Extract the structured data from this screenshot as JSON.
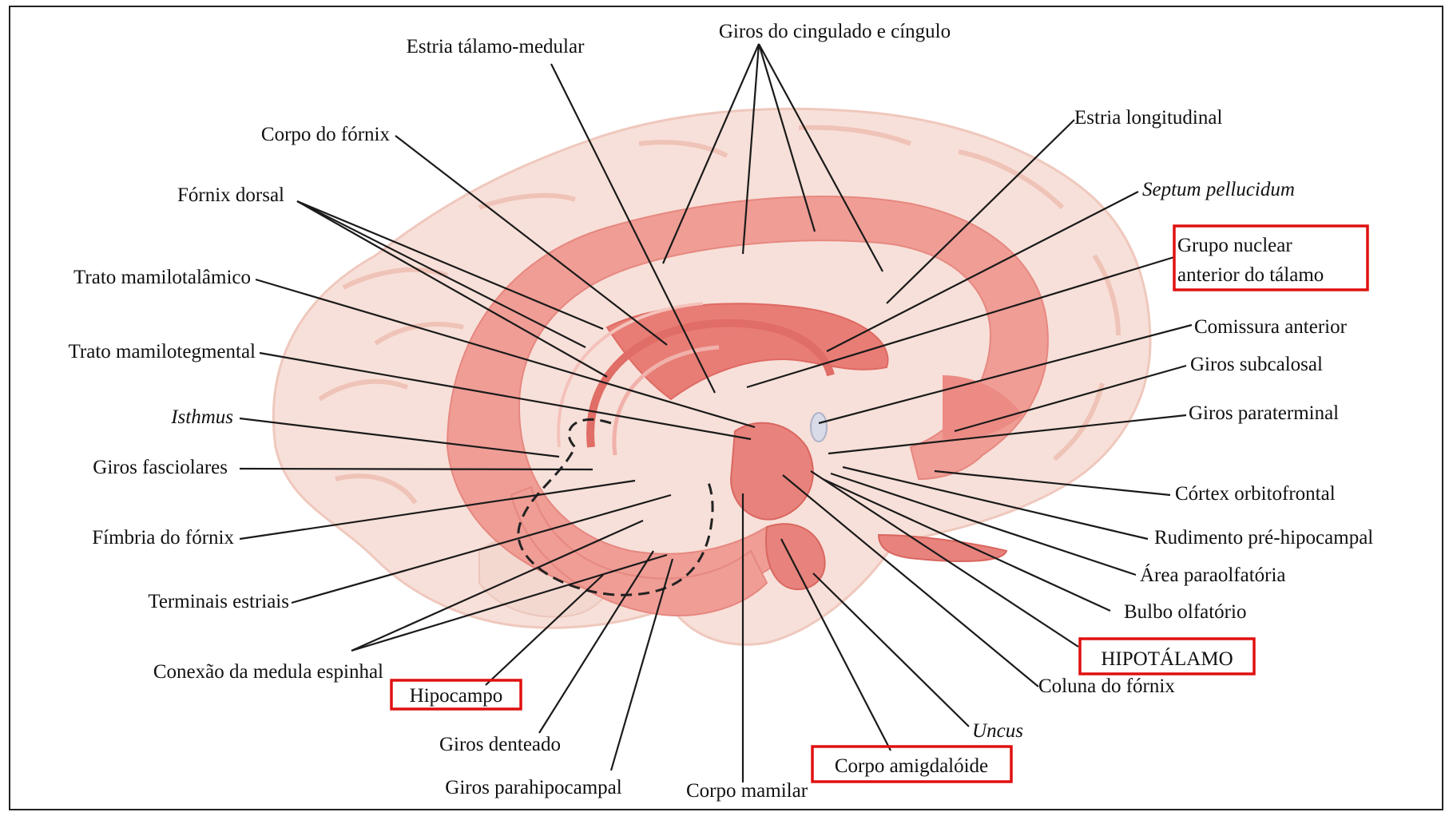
{
  "labels": {
    "giros_cingulado": "Giros do cingulado e cíngulo",
    "estria_talamo_medular": "Estria tálamo-medular",
    "corpo_fornix": "Corpo do fórnix",
    "fornix_dorsal": "Fórnix dorsal",
    "trato_mamilotalamico": "Trato mamilotalâmico",
    "trato_mamilotegmental": "Trato mamilotegmental",
    "isthmus": "Isthmus",
    "giros_fasciolares": "Giros fasciolares",
    "fimbria_fornix": "Fímbria do fórnix",
    "terminais_estriais": "Terminais estriais",
    "conexao_medula": "Conexão da medula espinhal",
    "hipocampo": "Hipocampo",
    "giros_denteado": "Giros denteado",
    "giros_parahipocampal": "Giros parahipocampal",
    "corpo_mamilar": "Corpo mamilar",
    "corpo_amigdaloide": "Corpo amigdalóide",
    "uncus": "Uncus",
    "coluna_fornix": "Coluna do fórnix",
    "hipotalamo": "HIPOTÁLAMO",
    "bulbo_olfatorio": "Bulbo olfatório",
    "area_paraolfatoria": "Área paraolfatória",
    "rudimento_pre_hipocampal": "Rudimento pré-hipocampal",
    "cortex_orbitofrontal": "Córtex orbitofrontal",
    "giros_paraterminal": "Giros paraterminal",
    "giros_subcalosal": "Giros subcalosal",
    "comissura_anterior": "Comissura anterior",
    "grupo_nuclear_l1": "Grupo nuclear",
    "grupo_nuclear_l2": "anterior do tálamo",
    "septum_pellucidum": "Septum pellucidum",
    "estria_longitudinal": "Estria longitudinal"
  },
  "colors": {
    "highlight_box": "#e01010",
    "brain_outer": "#f6ddd6",
    "limbic_band": "#ee9e96",
    "limbic_dark": "#e77b74"
  }
}
